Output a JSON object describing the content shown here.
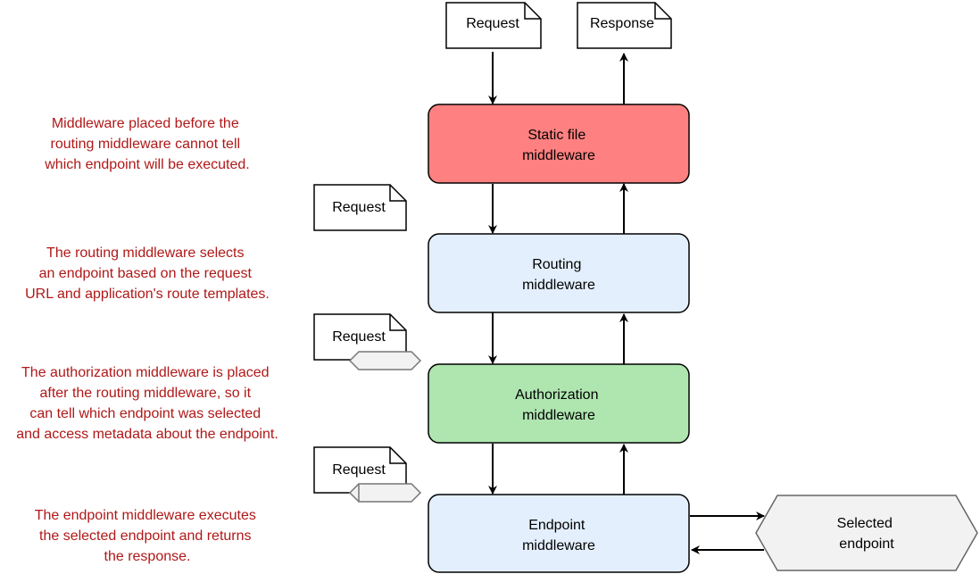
{
  "documents": {
    "request_top": "Request",
    "response_top": "Response",
    "request_routing": "Request",
    "request_authorization": "Request",
    "request_endpoint": "Request"
  },
  "middleware": {
    "static_file": [
      "Static file",
      "middleware"
    ],
    "routing": [
      "Routing",
      "middleware"
    ],
    "authorization": [
      "Authorization",
      "middleware"
    ],
    "endpoint": [
      "Endpoint",
      "middleware"
    ]
  },
  "selected_endpoint": [
    "Selected",
    "endpoint"
  ],
  "notes": {
    "static_file": [
      "Middleware placed before the",
      "routing middleware cannot tell",
      "which endpoint will be executed."
    ],
    "routing": [
      "The routing middleware selects",
      "an endpoint based on the request",
      "URL and application's route templates."
    ],
    "authorization": [
      "The authorization middleware is placed",
      "after the routing middleware, so it",
      "can tell which endpoint was selected",
      "and access metadata about the endpoint."
    ],
    "endpoint": [
      "The endpoint middleware executes",
      "the selected endpoint and returns",
      "the response."
    ]
  },
  "colors": {
    "static_file_fill": "#ff8080",
    "routing_fill": "#e3effc",
    "authorization_fill": "#afe6b0",
    "endpoint_fill": "#e3effc",
    "note_text": "#b01818",
    "hexagon_fill": "#f2f2f2"
  }
}
